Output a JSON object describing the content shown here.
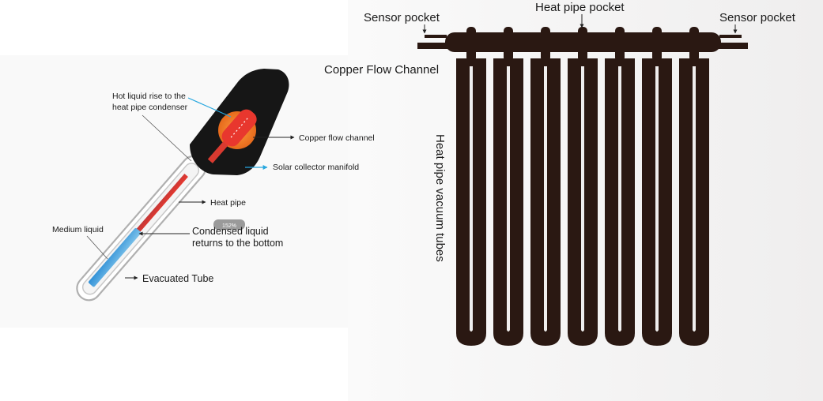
{
  "right_diagram": {
    "labels": {
      "sensor_pocket_left": "Sensor pocket",
      "heat_pipe_pocket": "Heat pipe pocket",
      "sensor_pocket_right": "Sensor pocket",
      "copper_flow_channel": "Copper Flow Channel",
      "tubes_vertical": "Heat pipe vacuum tubes"
    },
    "tube_count": 7,
    "colors": {
      "tube": "#2a1812",
      "manifold": "#2a1812",
      "background": "#f2f1f1"
    }
  },
  "left_diagram": {
    "labels": {
      "hot_liquid_line1": "Hot liquid rise to the",
      "hot_liquid_line2": "heat pipe condenser",
      "copper_flow_channel": "Copper flow channel",
      "solar_collector_manifold": "Solar collector manifold",
      "heat_pipe": "Heat pipe",
      "zoom_badge": "152%",
      "medium_liquid": "Medium liquid",
      "condensed_line1": "Condensed liquid",
      "condensed_line2": "returns to the bottom",
      "evacuated_tube": "Evacuated Tube"
    },
    "colors": {
      "manifold": "#1a1a1a",
      "heat_pipe_red": "#e8372e",
      "orange_disc": "#f07c28",
      "medium_liquid_blue": "#5aa9dc",
      "accent_cyan": "#27a7df",
      "glass": "#b9b9b9"
    }
  }
}
